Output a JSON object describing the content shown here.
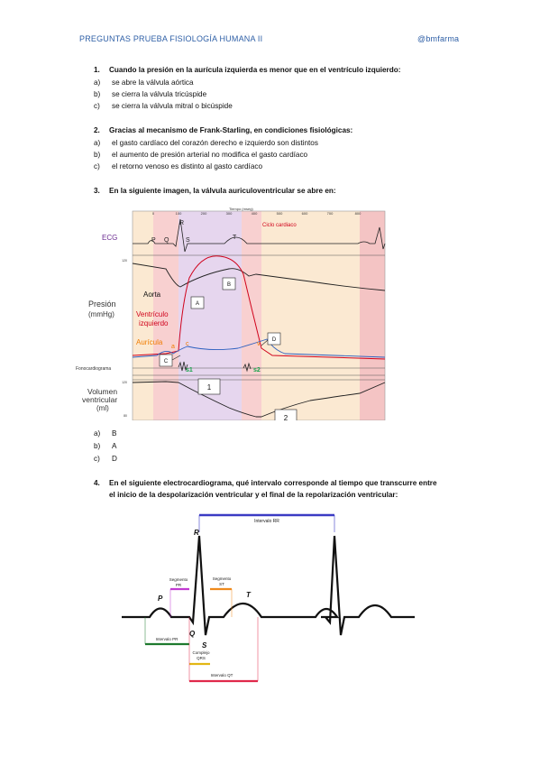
{
  "header": {
    "left": "PREGUNTAS PRUEBA FISIOLOGÍA HUMANA II",
    "right": "@bmfarma"
  },
  "q1": {
    "number": "1.",
    "text": "Cuando la presión en la aurícula izquierda es menor que en el ventrículo izquierdo:",
    "options": [
      {
        "letter": "a)",
        "text": "se abre la válvula aórtica"
      },
      {
        "letter": "b)",
        "text": "se cierra la válvula tricúspide"
      },
      {
        "letter": "c)",
        "text": "se cierra la válvula mitral o bicúspide"
      }
    ]
  },
  "q2": {
    "number": "2.",
    "text": "Gracias al mecanismo de Frank-Starling, en condiciones fisiológicas:",
    "options": [
      {
        "letter": "a)",
        "text": "el gasto cardíaco del corazón derecho e izquierdo son distintos"
      },
      {
        "letter": "b)",
        "text": "el aumento de presión arterial no modifica el gasto cardíaco"
      },
      {
        "letter": "c)",
        "text": "el retorno venoso es distinto al gasto cardíaco"
      }
    ]
  },
  "q3": {
    "number": "3.",
    "text": "En la siguiente imagen, la válvula auriculoventricular se abre en:",
    "figure": {
      "ecg": "ECG",
      "presion": "Presión",
      "presion_units": "(mmHg)",
      "aorta": "Aorta",
      "ventriculo": "Ventrículo",
      "izquierdo": "izquierdo",
      "auricula": "Aurícula",
      "fonocardiograma": "Fonocardiograma",
      "volumen": "Volumen",
      "ventricular": "ventricular",
      "volumen_units": "(ml)",
      "ciclo": "Ciclo cardiaco",
      "time_axis": "Tiempo (mseg)",
      "ticks": [
        "0",
        "100",
        "200",
        "300",
        "400",
        "500",
        "600",
        "700",
        "800"
      ],
      "waves": {
        "P": "P",
        "Q": "Q",
        "R": "R",
        "S": "S",
        "T": "T"
      },
      "points": {
        "a": "a",
        "c": "c",
        "v": "v"
      },
      "sounds": {
        "s1": "s1",
        "s2": "s2"
      },
      "boxes": {
        "A": "A",
        "B": "B",
        "C": "C",
        "D": "D",
        "one": "1",
        "two": "2"
      },
      "y_top": "120",
      "y_vol_top": "120",
      "y_vol_bottom": "80"
    },
    "options": [
      {
        "letter": "a)",
        "text": "B"
      },
      {
        "letter": "b)",
        "text": "A"
      },
      {
        "letter": "c)",
        "text": "D"
      }
    ]
  },
  "q4": {
    "number": "4.",
    "line1": "En el siguiente electrocardiograma, qué intervalo corresponde al tiempo que transcurre entre",
    "line2": "el inicio de la despolarización ventricular y el final de la repolarización ventricular:",
    "figure": {
      "intervalo_rr": "Intervalo RR",
      "segmento": "Segmento",
      "pr": "PR",
      "st": "ST",
      "intervalo_pr": "Intervalo PR",
      "complejo": "Complejo",
      "qrs": "QRS",
      "intervalo_qt": "Intervalo QT",
      "P": "P",
      "Q": "Q",
      "R": "R",
      "S": "S",
      "T": "T"
    }
  }
}
